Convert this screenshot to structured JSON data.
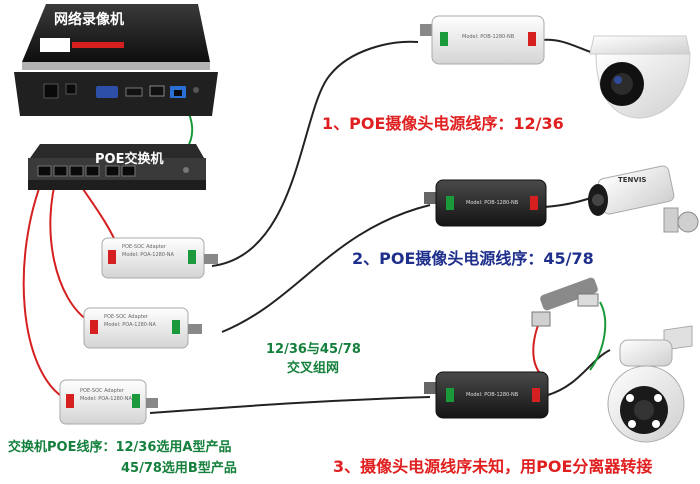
{
  "nvr": {
    "label": "网络录像机"
  },
  "switch": {
    "label": "POE交换机"
  },
  "notes": {
    "camera1": "1、POE摄像头电源线序：12/36",
    "camera2": "2、POE摄像头电源线序：45/78",
    "camera3": "3、摄像头电源线序未知，用POE分离器转接",
    "crossover_line1": "12/36与45/78",
    "crossover_line2": "交叉组网",
    "switch_line1": "交换机POE线序：12/36选用A型产品",
    "switch_line2": "45/78选用B型产品"
  },
  "device_labels": {
    "switch_adapter": "POE-SOC Adapter",
    "model_a": "Model: POA-1280-NA",
    "model_b": "Model: POB-1280-NB",
    "camera_brand": "TENVIS"
  },
  "colors": {
    "red_note": "#e02020",
    "blue_note": "#1e2f8c",
    "green_note": "#15803d",
    "cable_red": "#d62020",
    "cable_green": "#1a9a3a",
    "cable_dark": "#222222"
  }
}
